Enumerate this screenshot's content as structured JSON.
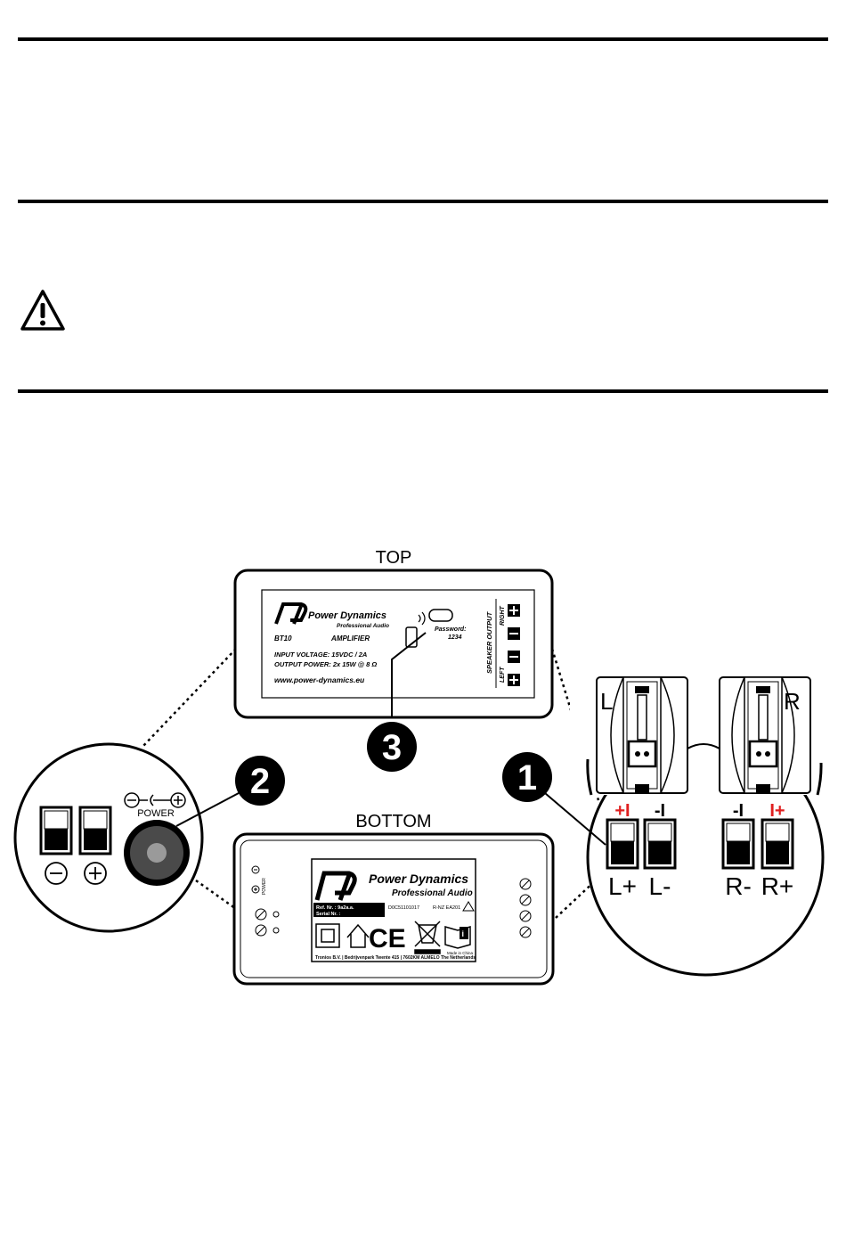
{
  "labels": {
    "top": "TOP",
    "bottom": "BOTTOM",
    "callouts": [
      "1",
      "2",
      "3"
    ],
    "speaker_left": "L",
    "speaker_right": "R",
    "power": "POWER",
    "terminal_top": [
      "+I",
      "-I",
      "-I",
      "I+"
    ],
    "terminal_bottom": [
      "L+",
      "L-",
      "R-",
      "R+"
    ]
  },
  "top_panel": {
    "brand": "Power Dynamics",
    "brand_sub": "Professional Audio",
    "model": "BT10",
    "type": "AMPLIFIER",
    "input_voltage": "INPUT VOLTAGE:   15VDC / 2A",
    "output_power": "OUTPUT POWER: 2x 15W @ 8 Ω",
    "website": "www.power-dynamics.eu",
    "password_label": "Password:",
    "password_value": "1234",
    "speaker_output": "SPEAKER OUTPUT",
    "right": "RIGHT",
    "left": "LEFT"
  },
  "bottom_panel": {
    "brand": "Power Dynamics",
    "brand_sub": "Professional Audio",
    "ref": "Ref. Nr.   : 9a2a.a.",
    "serial": "Serial Nr. :",
    "code": "D0C51101017",
    "rnz": "R-NZ EA201",
    "footer": "Tronios B.V. | Bedrijvenpark Twente 415 | 7602KM ALMELO The Netherlands",
    "made_in": "Made in China",
    "ce": "CE",
    "side_power": "POWER"
  },
  "colors": {
    "accent_red": "#e02020",
    "ink": "#000000"
  },
  "icons": [
    "warning-icon",
    "phone-icon",
    "bluetooth-wave-icon",
    "usb-icon",
    "home-icon",
    "weee-bin-icon",
    "manual-icon"
  ]
}
